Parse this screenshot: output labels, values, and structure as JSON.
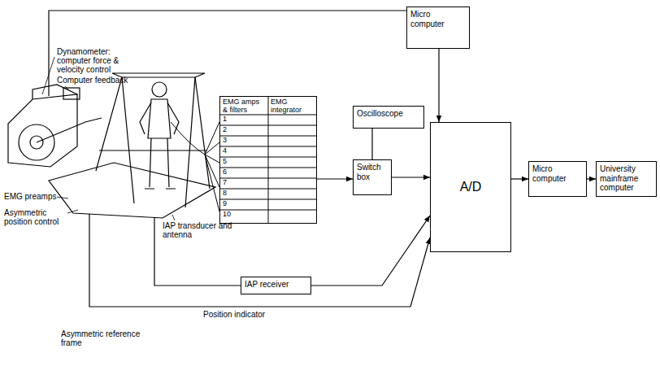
{
  "diagram": {
    "nodes": [
      {
        "text": [
          "Micro computer"
        ]
      },
      {
        "text": [
          "EMG amps & filters",
          "EMG integrator"
        ]
      },
      {
        "text": [
          "Oscilloscope"
        ]
      },
      {
        "text": [
          "Switch box"
        ]
      },
      {
        "text": [
          "A/D"
        ]
      },
      {
        "text": [
          "Micro computer"
        ]
      },
      {
        "text": [
          "University mainframe computer"
        ]
      },
      {
        "text": [
          "IAP receiver"
        ]
      }
    ],
    "edges": [
      {
        "from": 0,
        "to": 4,
        "arrow": "to"
      },
      {
        "from": 1,
        "to": 3,
        "arrow": "to"
      },
      {
        "from": 2,
        "to": 3,
        "arrow": "none"
      },
      {
        "from": 3,
        "to": 4,
        "arrow": "to"
      },
      {
        "from": 4,
        "to": 5,
        "arrow": "to"
      },
      {
        "from": 5,
        "to": 6,
        "arrow": "to"
      },
      {
        "from": 7,
        "to": 4,
        "arrow": "to"
      }
    ],
    "labels": [
      "Dynamometer: computer force & velocity control",
      "Computer feedback",
      "EMG preamps",
      "Asymmetric position control",
      "IAP transducer and antenna",
      "Position indicator",
      "Asymmetric reference frame",
      "1",
      "2",
      "3",
      "4",
      "5",
      "6",
      "7",
      "8",
      "9",
      "10"
    ]
  }
}
